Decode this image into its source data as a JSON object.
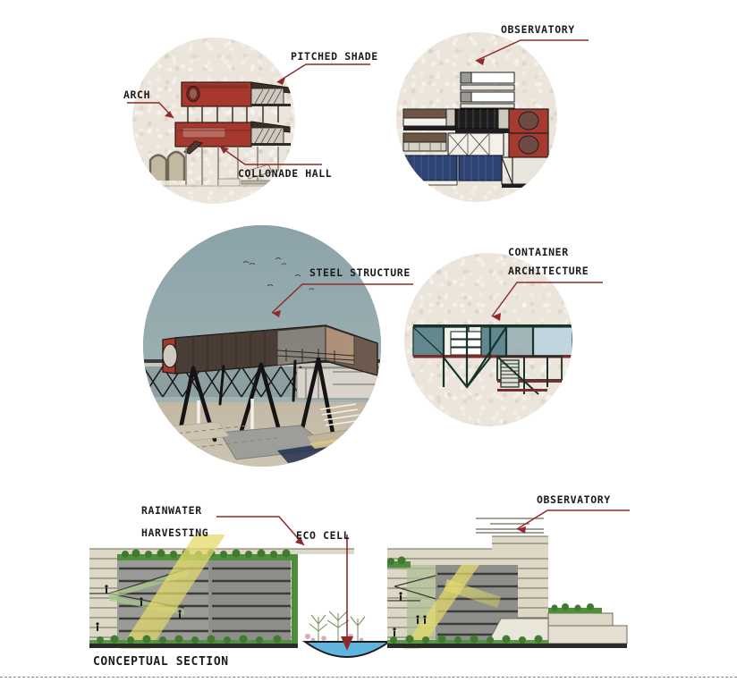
{
  "board": {
    "title": "Architectural concept board",
    "background_color": "#ffffff",
    "accent_color": "#8e2a2a",
    "label_color": "#1b1b1b",
    "circle_fill": "#ece5db",
    "sky_fill": "#8ba3a8"
  },
  "annotations": [
    {
      "id": "pitched-shade",
      "text": "PITCHED SHADE"
    },
    {
      "id": "arch",
      "text": "ARCH"
    },
    {
      "id": "collonade-hall",
      "text": "COLLONADE HALL"
    },
    {
      "id": "observatory-top",
      "text": "OBSERVATORY"
    },
    {
      "id": "steel-structure",
      "text": "STEEL STRUCTURE"
    },
    {
      "id": "container-line1",
      "text": "CONTAINER"
    },
    {
      "id": "container-line2",
      "text": "ARCHITECTURE"
    },
    {
      "id": "rainwater-line1",
      "text": "RAINWATER"
    },
    {
      "id": "rainwater-line2",
      "text": "HARVESTING"
    },
    {
      "id": "eco-cell",
      "text": "ECO CELL"
    },
    {
      "id": "observatory-section",
      "text": "OBSERVATORY"
    },
    {
      "id": "conceptual-section",
      "text": "CONCEPTUAL SECTION"
    }
  ],
  "vignettes": [
    {
      "id": "elevation-detail",
      "caption_labels": [
        "PITCHED SHADE",
        "ARCH",
        "COLLONADE HALL"
      ],
      "description": "Sectional elevation of stacked red containers on slender columns with vaulted arches",
      "palette": {
        "container": "#a6382e",
        "shade": "#3a2f28",
        "arch": "#b9ae97"
      }
    },
    {
      "id": "container-stack",
      "caption_labels": [
        "OBSERVATORY"
      ],
      "description": "Stacked shipping container elevation with observatory deck on top",
      "palette": {
        "red": "#a63a30",
        "blue": "#2d4372",
        "black": "#1e1e1e",
        "brown": "#6d5744"
      }
    },
    {
      "id": "perspective-render",
      "caption_labels": [
        "STEEL STRUCTURE"
      ],
      "description": "3D perspective render of container volume lifted on V-shaped steel columns",
      "palette": {
        "sky": "#8ba3a8",
        "steel": "#1b1b1b",
        "ground": "#b9ae9a"
      }
    },
    {
      "id": "container-elevation",
      "caption_labels": [
        "CONTAINER",
        "ARCHITECTURE"
      ],
      "description": "Line elevation of container module on steel truss with stair",
      "palette": {
        "glass": "#56808a",
        "frame": "#17342c",
        "base": "#7b2d2d"
      }
    }
  ],
  "section": {
    "title": "CONCEPTUAL SECTION",
    "callouts": [
      "RAINWATER HARVESTING",
      "ECO CELL",
      "OBSERVATORY"
    ],
    "features": {
      "sun_ray_color": "#e3dc6a",
      "water_color": "#5fb4e0",
      "vegetation_color": "#4e8f3c",
      "slab_color": "#ddd8c6",
      "core_color": "#9a9a96"
    }
  }
}
